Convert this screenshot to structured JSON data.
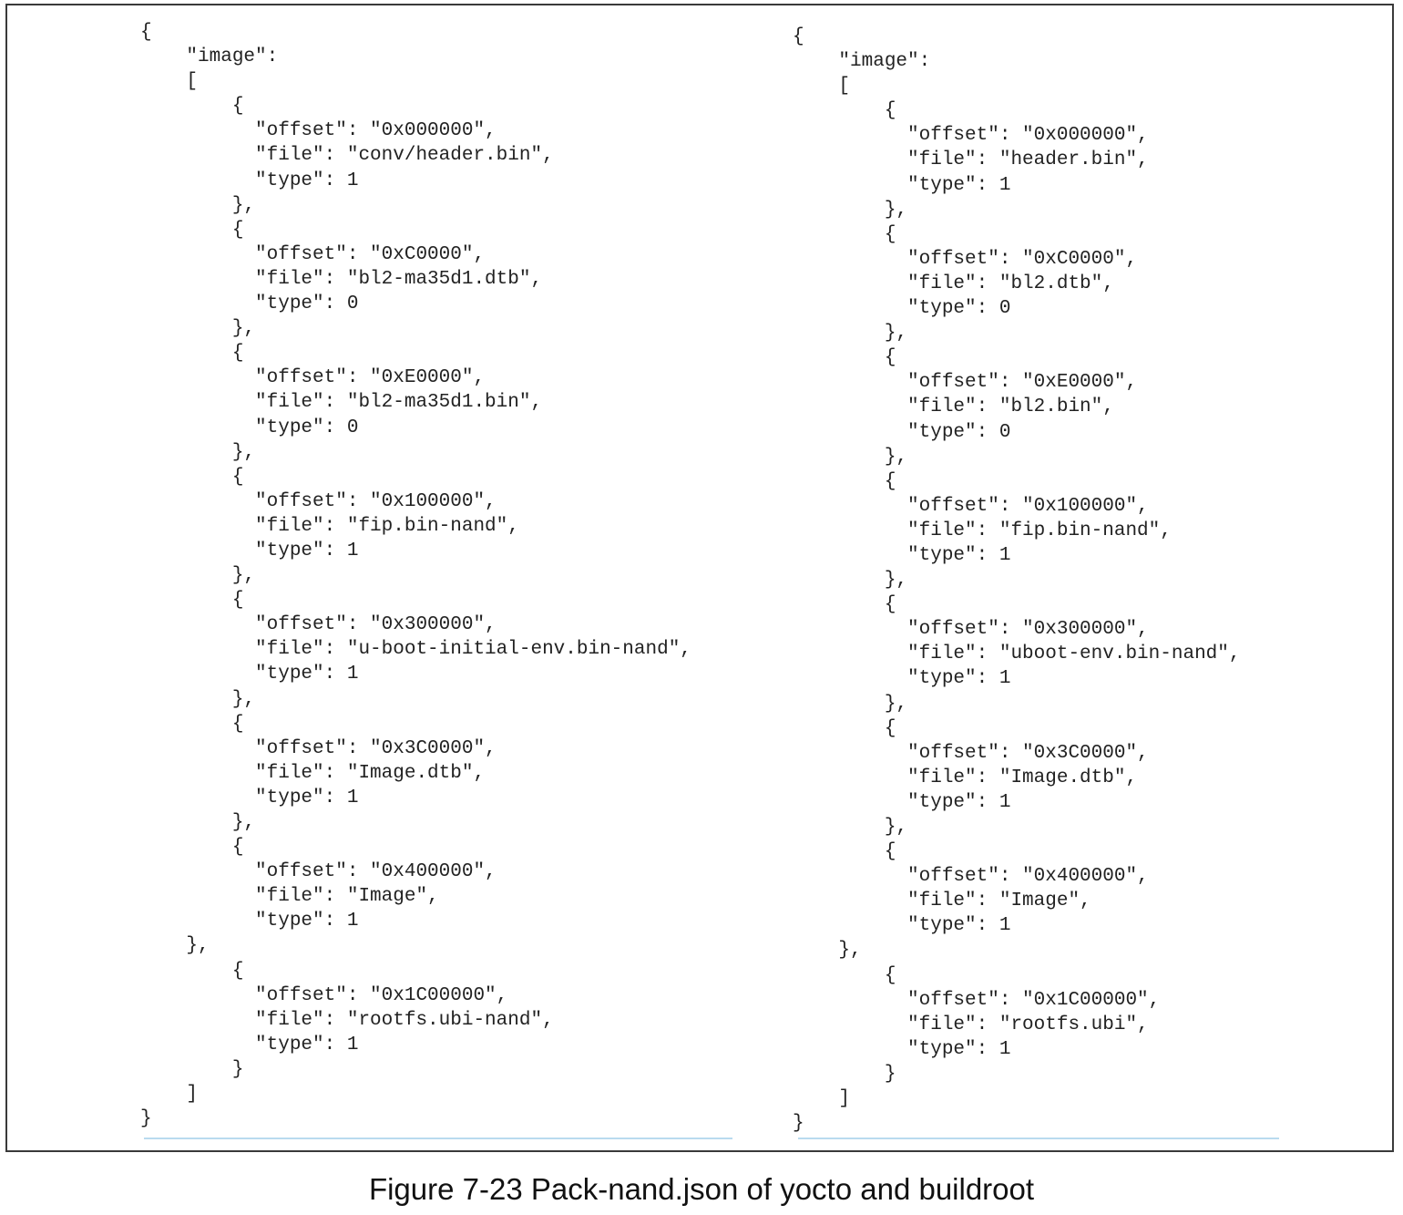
{
  "left_panel": {
    "code": "{\n    \"image\":\n    [\n        {\n          \"offset\": \"0x000000\",\n          \"file\": \"conv/header.bin\",\n          \"type\": 1\n        },\n        {\n          \"offset\": \"0xC0000\",\n          \"file\": \"bl2-ma35d1.dtb\",\n          \"type\": 0\n        },\n        {\n          \"offset\": \"0xE0000\",\n          \"file\": \"bl2-ma35d1.bin\",\n          \"type\": 0\n        },\n        {\n          \"offset\": \"0x100000\",\n          \"file\": \"fip.bin-nand\",\n          \"type\": 1\n        },\n        {\n          \"offset\": \"0x300000\",\n          \"file\": \"u-boot-initial-env.bin-nand\",\n          \"type\": 1\n        },\n        {\n          \"offset\": \"0x3C0000\",\n          \"file\": \"Image.dtb\",\n          \"type\": 1\n        },\n        {\n          \"offset\": \"0x400000\",\n          \"file\": \"Image\",\n          \"type\": 1\n    },\n        {\n          \"offset\": \"0x1C00000\",\n          \"file\": \"rootfs.ubi-nand\",\n          \"type\": 1\n        }\n    ]\n}"
  },
  "right_panel": {
    "code": "{\n    \"image\":\n    [\n        {\n          \"offset\": \"0x000000\",\n          \"file\": \"header.bin\",\n          \"type\": 1\n        },\n        {\n          \"offset\": \"0xC0000\",\n          \"file\": \"bl2.dtb\",\n          \"type\": 0\n        },\n        {\n          \"offset\": \"0xE0000\",\n          \"file\": \"bl2.bin\",\n          \"type\": 0\n        },\n        {\n          \"offset\": \"0x100000\",\n          \"file\": \"fip.bin-nand\",\n          \"type\": 1\n        },\n        {\n          \"offset\": \"0x300000\",\n          \"file\": \"uboot-env.bin-nand\",\n          \"type\": 1\n        },\n        {\n          \"offset\": \"0x3C0000\",\n          \"file\": \"Image.dtb\",\n          \"type\": 1\n        },\n        {\n          \"offset\": \"0x400000\",\n          \"file\": \"Image\",\n          \"type\": 1\n    },\n        {\n          \"offset\": \"0x1C00000\",\n          \"file\": \"rootfs.ubi\",\n          \"type\": 1\n        }\n    ]\n}"
  },
  "caption": "Figure 7-23 Pack-nand.json of yocto and buildroot",
  "colors": {
    "text": "#222222",
    "border": "#3a3a3a",
    "underline": "#b9dbef"
  }
}
